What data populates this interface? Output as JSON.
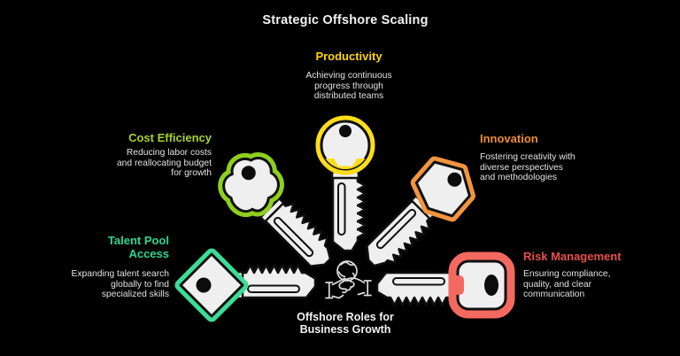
{
  "title": "Strategic Offshore Scaling",
  "sections": [
    {
      "id": "productivity",
      "title_lines": [
        "Productivity"
      ],
      "desc_lines": [
        "Achieving continuous",
        "progress through",
        "distributed teams"
      ],
      "title_color": "#FFD409",
      "key_color": "#FFDD1A",
      "key_head": "round-bow",
      "key_direction": "down"
    },
    {
      "id": "cost-efficiency",
      "title_lines": [
        "Cost Efficiency"
      ],
      "desc_lines": [
        "Reducing labor costs",
        "and reallocating budget",
        "for growth"
      ],
      "title_color": "#A8D32A",
      "key_color": "#8FCF1F",
      "key_head": "cloud",
      "key_direction": "down-right"
    },
    {
      "id": "innovation",
      "title_lines": [
        "Innovation"
      ],
      "desc_lines": [
        "Fostering creativity with",
        "diverse perspectives",
        "and methodologies"
      ],
      "title_color": "#EF8D33",
      "key_color": "#F2953F",
      "key_head": "hexagon",
      "key_direction": "down-left"
    },
    {
      "id": "talent-pool-access",
      "title_lines": [
        "Talent Pool",
        "Access"
      ],
      "desc_lines": [
        "Expanding talent search",
        "globally to find",
        "specialized skills"
      ],
      "title_color": "#2FD691",
      "key_color": "#3DDC97",
      "key_head": "diamond",
      "key_direction": "right"
    },
    {
      "id": "risk-management",
      "title_lines": [
        "Risk Management"
      ],
      "desc_lines": [
        "Ensuring compliance,",
        "quality, and clear",
        "communication"
      ],
      "title_color": "#E65048",
      "key_color": "#F4695F",
      "key_head": "rounded-square",
      "key_direction": "left"
    }
  ],
  "center": {
    "icon": "handshake-globe-icon",
    "label_lines": [
      "Offshore Roles for",
      "Business Growth"
    ]
  },
  "colors": {
    "background": "#000000",
    "key-fill": "#EFEFEF",
    "key-outline": "#101010",
    "icon-stroke": "#DCDCDC",
    "text-primary": "#F2F2F2",
    "text-secondary": "#E2E2E2"
  }
}
